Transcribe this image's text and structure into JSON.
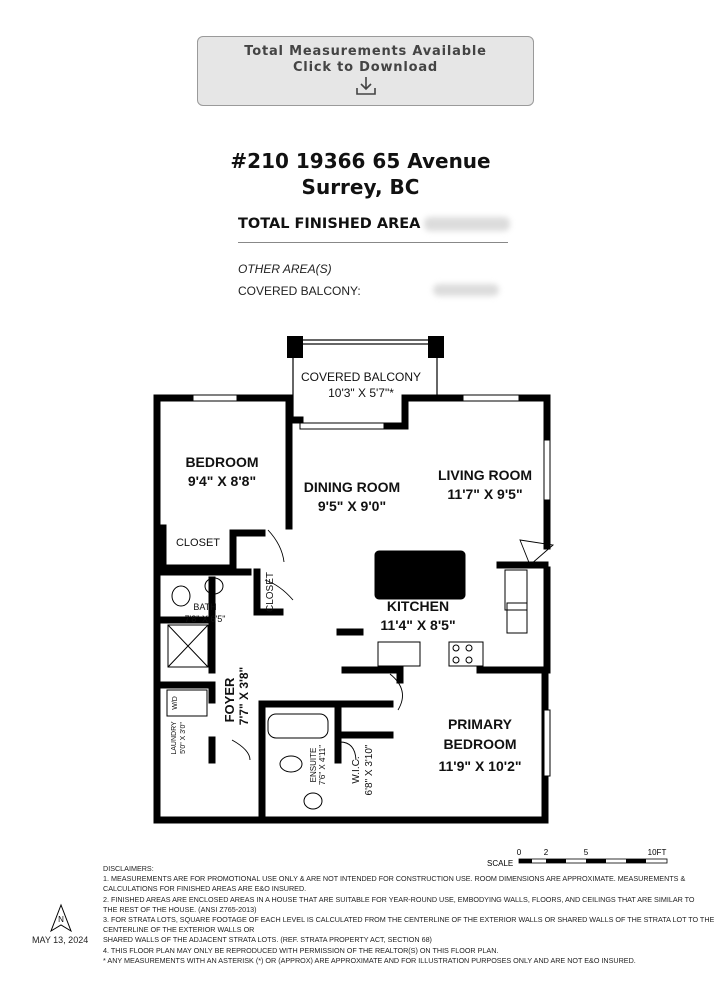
{
  "download": {
    "line1": "Total Measurements Available",
    "line2": "Click to Download",
    "icon": "download-icon"
  },
  "address": {
    "line1": "#210 19366 65 Avenue",
    "line2": "Surrey, BC"
  },
  "areas": {
    "total_finished_label": "TOTAL FINISHED AREA",
    "other_areas_label": "OTHER AREA(S)",
    "covered_balcony_label": "COVERED BALCONY:"
  },
  "rooms": {
    "covered_balcony": {
      "name": "COVERED BALCONY",
      "dims": "10'3\" X 5'7\"*"
    },
    "bedroom": {
      "name": "BEDROOM",
      "dims": "9'4\" X 8'8\""
    },
    "dining_room": {
      "name": "DINING ROOM",
      "dims": "9'5\" X 9'0\""
    },
    "living_room": {
      "name": "LIVING ROOM",
      "dims": "11'7\" X 9'5\""
    },
    "closet_bedroom": {
      "name": "CLOSET"
    },
    "closet_hall": {
      "name": "CLOSET"
    },
    "bath": {
      "name": "BATH",
      "dims": "7'8\" X 6'5\""
    },
    "kitchen": {
      "name": "KITCHEN",
      "dims": "11'4\" X 8'5\""
    },
    "foyer": {
      "name": "FOYER",
      "dims": "7'7\" X 3'8\""
    },
    "laundry": {
      "name": "LAUNDRY",
      "dims": "5'0\" X 3'0\"",
      "appliance": "W/D"
    },
    "ensuite": {
      "name": "ENSUITE",
      "dims": "7'6\" X 4'11\""
    },
    "wic": {
      "name": "W.I.C.",
      "dims": "6'8\" X 3'10\""
    },
    "primary_bedroom": {
      "name": "PRIMARY",
      "name2": "BEDROOM",
      "dims": "11'9\" X 10'2\""
    }
  },
  "scale": {
    "label": "SCALE",
    "ticks": [
      "0",
      "2",
      "5",
      "10FT"
    ]
  },
  "north_label": "N",
  "date": "MAY 13, 2024",
  "disclaimer": {
    "heading": "DISCLAIMERS:",
    "lines": [
      "1. MEASUREMENTS ARE FOR PROMOTIONAL USE ONLY & ARE NOT INTENDED FOR CONSTRUCTION USE. ROOM DIMENSIONS ARE APPROXIMATE. MEASUREMENTS &",
      "CALCULATIONS FOR FINISHED AREAS ARE E&O INSURED.",
      "2. FINISHED AREAS ARE ENCLOSED AREAS IN A HOUSE THAT ARE SUITABLE FOR YEAR-ROUND USE, EMBODYING WALLS, FLOORS, AND CEILINGS THAT ARE SIMILAR TO",
      "THE REST OF THE HOUSE. (ANSI Z765-2013)",
      "3. FOR STRATA LOTS, SQUARE FOOTAGE OF EACH LEVEL IS CALCULATED FROM THE CENTERLINE OF THE EXTERIOR WALLS OR SHARED WALLS OF THE STRATA LOT TO THE",
      "CENTERLINE OF THE EXTERIOR WALLS OR",
      "SHARED WALLS OF THE ADJACENT STRATA LOTS. (REF. STRATA PROPERTY ACT, SECTION 68)",
      "4. THIS FLOOR PLAN MAY ONLY BE REPRODUCED WITH PERMISSION OF THE REALTOR(S) ON THIS FLOOR PLAN.",
      "* ANY MEASUREMENTS WITH AN ASTERISK (*) OR (APPROX) ARE APPROXIMATE AND FOR ILLUSTRATION PURPOSES ONLY AND ARE NOT E&O INSURED."
    ]
  }
}
